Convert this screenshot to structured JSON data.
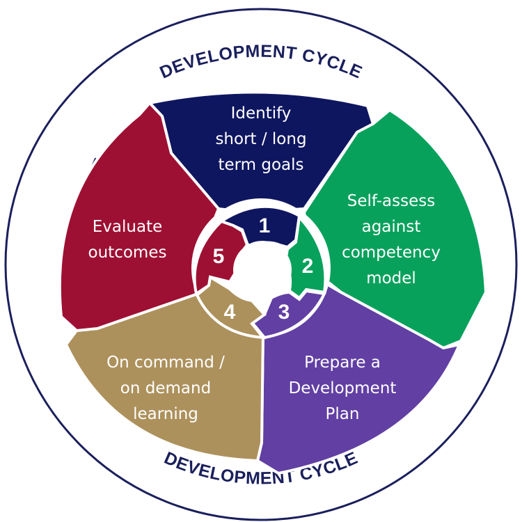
{
  "ring_text": "DEVELOPMENT CYCLE",
  "colors": {
    "ring": "#1a1f5c",
    "background": "#ffffff"
  },
  "segments": [
    {
      "number": "1",
      "color": "#0f1660",
      "lines": [
        "Identify",
        "short / long",
        "term goals"
      ]
    },
    {
      "number": "2",
      "color": "#07a15c",
      "lines": [
        "Self-assess",
        "against",
        "competency",
        "model"
      ]
    },
    {
      "number": "3",
      "color": "#613fa3",
      "lines": [
        "Prepare a",
        "Development",
        "Plan"
      ]
    },
    {
      "number": "4",
      "color": "#ad915c",
      "lines": [
        "On command /",
        "on demand",
        "learning"
      ]
    },
    {
      "number": "5",
      "color": "#9e1033",
      "lines": [
        "Evaluate",
        "outcomes"
      ]
    }
  ]
}
